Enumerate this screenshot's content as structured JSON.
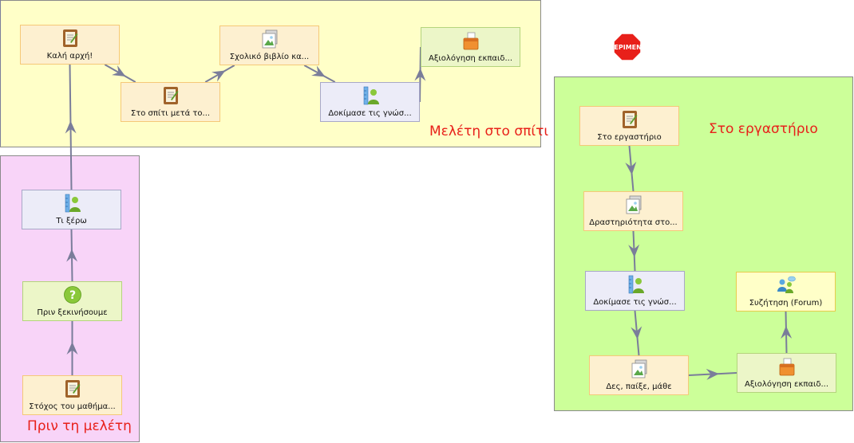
{
  "regions": {
    "home": {
      "label": "Μελέτη στο σπίτι",
      "color": "#ffffc8"
    },
    "before": {
      "label": "Πριν τη μελέτη",
      "color": "#f8d4f8"
    },
    "lab": {
      "label": "Στο εργαστήριο",
      "color": "#ccff99"
    }
  },
  "stop": {
    "label": "ΠΕΡΙΜΕΝΕ",
    "color": "#e8201a"
  },
  "nodes": {
    "kali_arxi": {
      "label": "Καλή αρχή!",
      "icon": "notebook-icon"
    },
    "sto_spiti": {
      "label": "Στο σπίτι μετά το...",
      "icon": "notebook-icon"
    },
    "sxoliko_vivlio": {
      "label": "Σχολικό βιβλίο κα...",
      "icon": "image-page-icon"
    },
    "dokimase_home": {
      "label": "Δοκίμασε τις γνώσ...",
      "icon": "quiz-icon"
    },
    "axiologisi_home": {
      "label": "Αξιολόγηση εκπαιδ...",
      "icon": "feedback-box-icon"
    },
    "ti_xero": {
      "label": "Τι ξέρω",
      "icon": "quiz-icon"
    },
    "prin_xekinisoume": {
      "label": "Πριν ξεκινήσουμε",
      "icon": "question-icon"
    },
    "stoxos": {
      "label": "Στόχος του μαθήμα...",
      "icon": "notebook-icon"
    },
    "sto_ergastirio": {
      "label": "Στο εργαστήριο",
      "icon": "notebook-icon"
    },
    "drastiriotita": {
      "label": "Δραστηριότητα στο...",
      "icon": "image-page-icon"
    },
    "dokimase_lab": {
      "label": "Δοκίμασε τις γνώσ...",
      "icon": "quiz-icon"
    },
    "des_paixe": {
      "label": "Δες, παίξε, μάθε",
      "icon": "image-page-icon"
    },
    "axiologisi_lab": {
      "label": "Αξιολόγηση εκπαιδ...",
      "icon": "feedback-box-icon"
    },
    "syzitisi": {
      "label": "Συζήτηση (Forum)",
      "icon": "forum-icon"
    }
  },
  "edges": [
    [
      "stoxos",
      "prin_xekinisoume"
    ],
    [
      "prin_xekinisoume",
      "ti_xero"
    ],
    [
      "ti_xero",
      "kali_arxi"
    ],
    [
      "kali_arxi",
      "sto_spiti"
    ],
    [
      "sto_spiti",
      "sxoliko_vivlio"
    ],
    [
      "sxoliko_vivlio",
      "dokimase_home"
    ],
    [
      "dokimase_home",
      "axiologisi_home"
    ],
    [
      "axiologisi_home",
      "stop"
    ],
    [
      "stop",
      "sto_ergastirio"
    ],
    [
      "sto_ergastirio",
      "drastiriotita"
    ],
    [
      "drastiriotita",
      "dokimase_lab"
    ],
    [
      "dokimase_lab",
      "des_paixe"
    ],
    [
      "des_paixe",
      "axiologisi_lab"
    ],
    [
      "axiologisi_lab",
      "syzitisi"
    ]
  ],
  "colors": {
    "edge": "#7a7d9a"
  }
}
